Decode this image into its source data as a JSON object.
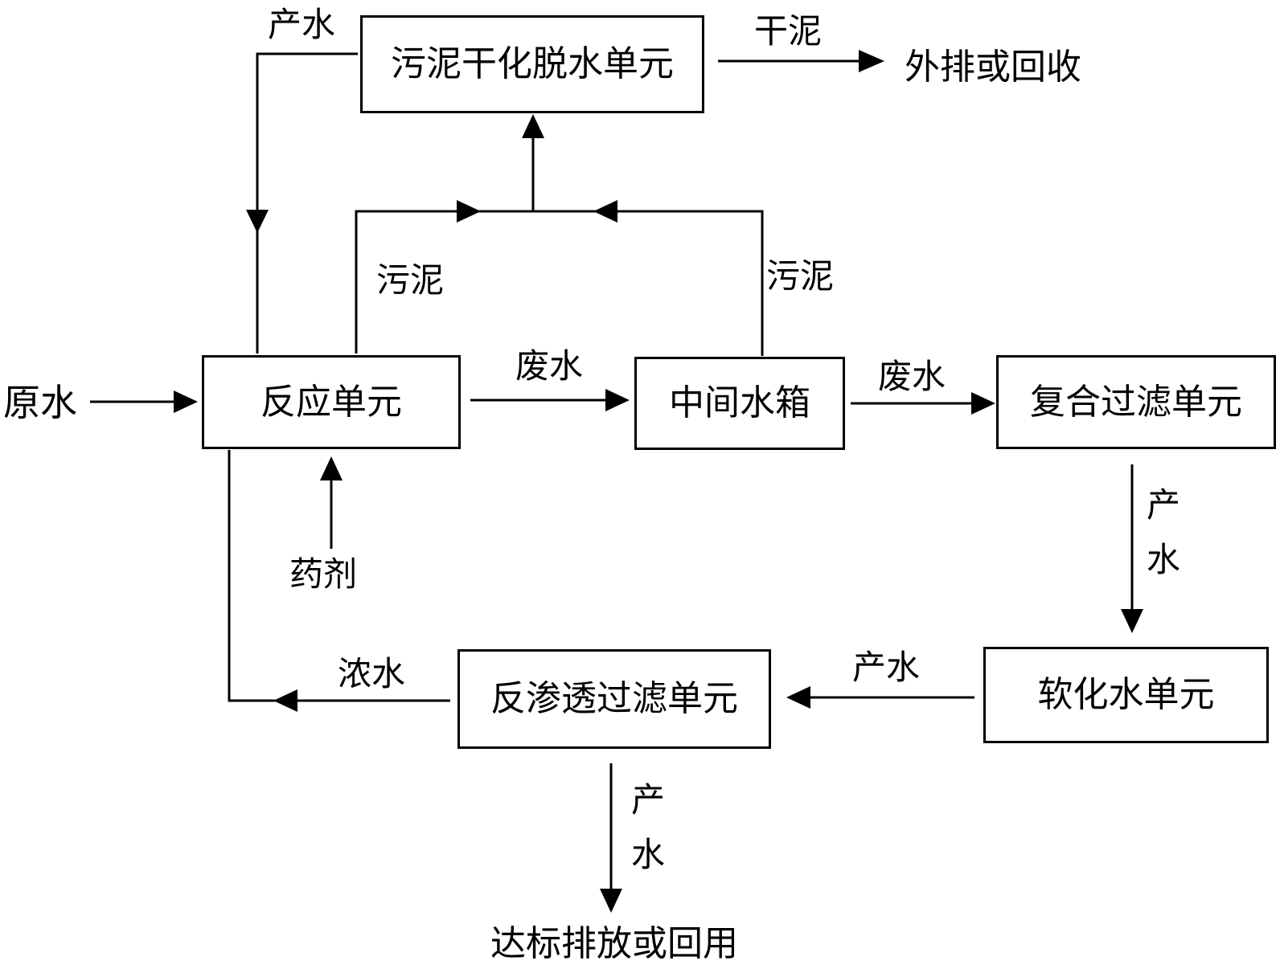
{
  "boxes": {
    "sludge_dewatering": "污泥干化脱水单元",
    "reaction": "反应单元",
    "intermediate_tank": "中间水箱",
    "composite_filter": "复合过滤单元",
    "softening": "软化水单元",
    "reverse_osmosis": "反渗透过滤单元"
  },
  "labels": {
    "product_water_top": "产水",
    "dry_sludge": "干泥",
    "discharge_or_recycle": "外排或回收",
    "sludge_left": "污泥",
    "sludge_right": "污泥",
    "raw_water": "原水",
    "wastewater_1": "废水",
    "wastewater_2": "废水",
    "chemicals": "药剂",
    "product_water_right": [
      "产",
      "水"
    ],
    "product_water_mid": "产水",
    "concentrate": "浓水",
    "product_water_bottom": [
      "产",
      "水"
    ],
    "final_output": "达标排放或回用"
  }
}
